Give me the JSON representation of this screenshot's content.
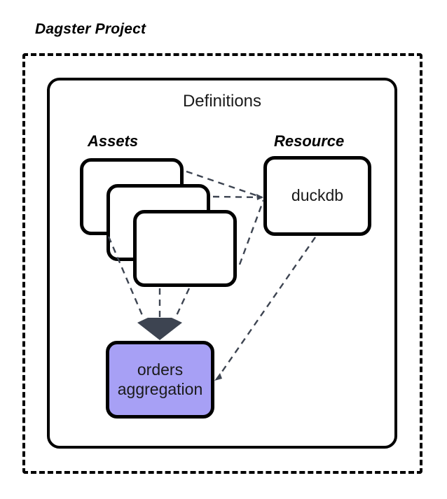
{
  "diagram": {
    "type": "architecture-diagram",
    "title": "Dagster Project",
    "background_color": "#ffffff",
    "accent_color": "#a7a0f5",
    "line_color": "#3d4451",
    "stroke_color": "#000000"
  },
  "project": {
    "label": "Dagster Project",
    "border_style": "dashed"
  },
  "definitions": {
    "title": "Definitions",
    "border_style": "solid"
  },
  "sections": {
    "assets_label": "Assets",
    "resource_label": "Resource"
  },
  "nodes": {
    "asset_cards": [
      {
        "label": "",
        "name": "asset-card-1"
      },
      {
        "label": "",
        "name": "asset-card-2"
      },
      {
        "label": "",
        "name": "asset-card-3"
      }
    ],
    "duckdb": {
      "label": "duckdb"
    },
    "orders": {
      "line1": "orders",
      "line2": "aggregation",
      "fill": "#a7a0f5"
    }
  },
  "edges": [
    {
      "from": "asset-card-1",
      "to": "duckdb",
      "style": "dashed",
      "head": "arrow"
    },
    {
      "from": "asset-card-2",
      "to": "duckdb",
      "style": "dashed",
      "head": "arrow"
    },
    {
      "from": "asset-card-3",
      "to": "duckdb",
      "style": "dashed",
      "head": "arrow"
    },
    {
      "from": "asset-card-1",
      "to": "orders",
      "style": "dashed",
      "head": "diamond"
    },
    {
      "from": "asset-card-2",
      "to": "orders",
      "style": "dashed",
      "head": "diamond"
    },
    {
      "from": "asset-card-3",
      "to": "orders",
      "style": "dashed",
      "head": "diamond"
    },
    {
      "from": "duckdb",
      "to": "orders",
      "style": "dashed",
      "head": "arrow"
    }
  ]
}
